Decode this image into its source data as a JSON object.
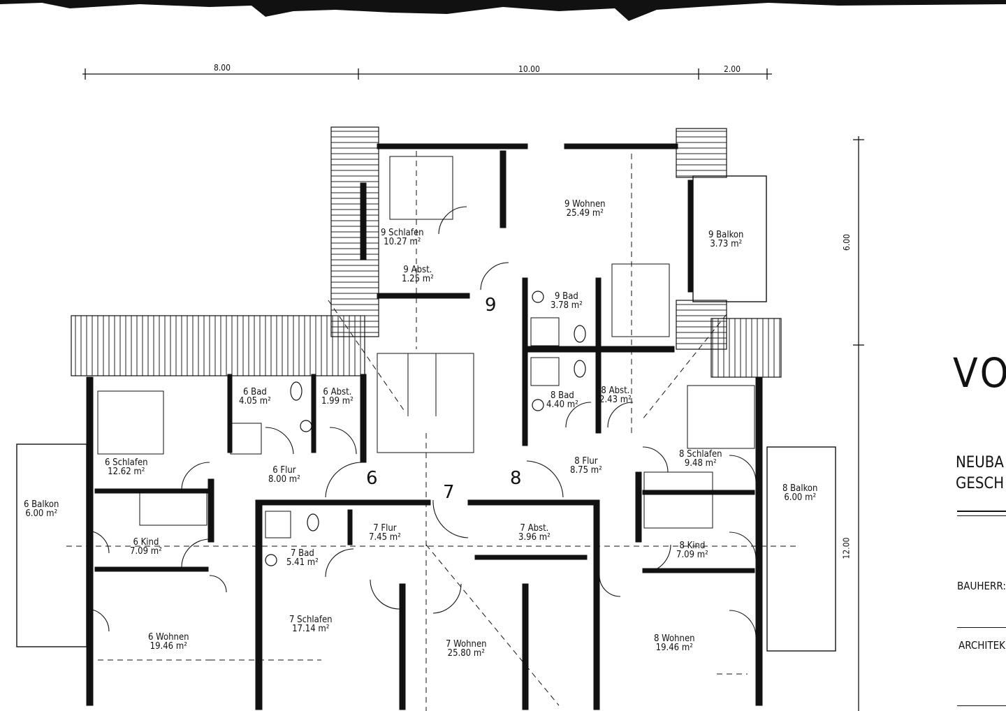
{
  "dimensions": {
    "top": [
      "8.00",
      "10.00",
      "2.00"
    ],
    "right": [
      "6.00",
      "12.00"
    ]
  },
  "rooms": [
    {
      "id": "9-wohnen",
      "name": "9 Wohnen",
      "area": "25.49 m²"
    },
    {
      "id": "9-schlafen",
      "name": "9 Schlafen",
      "area": "10.27 m²"
    },
    {
      "id": "9-abst",
      "name": "9 Abst.",
      "area": "1.25 m²"
    },
    {
      "id": "9-bad",
      "name": "9 Bad",
      "area": "3.78 m²"
    },
    {
      "id": "9-balkon",
      "name": "9 Balkon",
      "area": "3.73 m²"
    },
    {
      "id": "6-bad",
      "name": "6 Bad",
      "area": "4.05 m²"
    },
    {
      "id": "6-abst",
      "name": "6 Abst.",
      "area": "1.99 m²"
    },
    {
      "id": "6-schlafen",
      "name": "6 Schlafen",
      "area": "12.62 m²"
    },
    {
      "id": "6-flur",
      "name": "6 Flur",
      "area": "8.00 m²"
    },
    {
      "id": "6-balkon",
      "name": "6 Balkon",
      "area": "6.00 m²"
    },
    {
      "id": "6-kind",
      "name": "6 Kind",
      "area": "7.09 m²"
    },
    {
      "id": "6-wohnen",
      "name": "6 Wohnen",
      "area": "19.46 m²"
    },
    {
      "id": "8-bad",
      "name": "8 Bad",
      "area": "4.40 m²"
    },
    {
      "id": "8-abst",
      "name": "8 Abst.",
      "area": "2.43 m²"
    },
    {
      "id": "8-flur",
      "name": "8 Flur",
      "area": "8.75 m²"
    },
    {
      "id": "8-schlafen",
      "name": "8 Schlafen",
      "area": "9.48 m²"
    },
    {
      "id": "8-balkon",
      "name": "8 Balkon",
      "area": "6.00 m²"
    },
    {
      "id": "8-kind",
      "name": "8 Kind",
      "area": "7.09 m²"
    },
    {
      "id": "8-wohnen",
      "name": "8 Wohnen",
      "area": "19.46 m²"
    },
    {
      "id": "7-flur",
      "name": "7 Flur",
      "area": "7.45 m²"
    },
    {
      "id": "7-abst",
      "name": "7 Abst.",
      "area": "3.96 m²"
    },
    {
      "id": "7-bad",
      "name": "7 Bad",
      "area": "5.41 m²"
    },
    {
      "id": "7-schlafen",
      "name": "7 Schlafen",
      "area": "17.14 m²"
    },
    {
      "id": "7-wohnen",
      "name": "7 Wohnen",
      "area": "25.80 m²"
    }
  ],
  "unit_numbers": [
    "9",
    "6",
    "7",
    "8"
  ],
  "title_block": {
    "heading": "VO",
    "project_line1": "NEUBA",
    "project_line2": "GESCH",
    "bauherr": "BAUHERR:",
    "architekt": "ARCHITEK"
  }
}
